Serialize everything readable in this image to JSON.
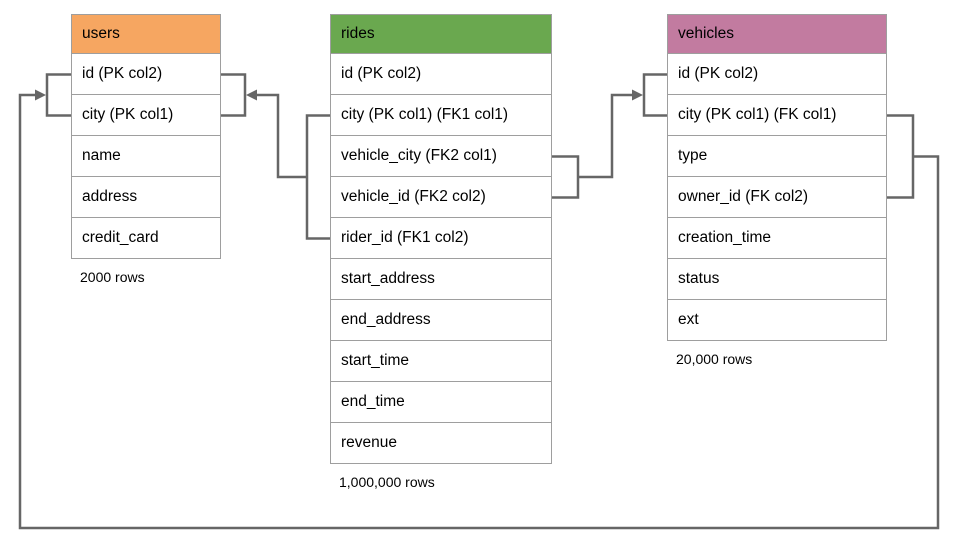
{
  "colors": {
    "users_header": "#F6A661",
    "rides_header": "#6AA84F",
    "vehicles_header": "#C27BA0",
    "connector_line": "#666666",
    "cell_border": "#9E9E9E",
    "text": "#000000",
    "background": "#FFFFFF"
  },
  "tables": {
    "users": {
      "title": "users",
      "columns": [
        "id (PK col2)",
        "city (PK col1)",
        "name",
        "address",
        "credit_card"
      ],
      "row_count_label": "2000 rows"
    },
    "rides": {
      "title": "rides",
      "columns": [
        "id (PK col2)",
        "city (PK col1) (FK1 col1)",
        "vehicle_city (FK2 col1)",
        "vehicle_id (FK2 col2)",
        "rider_id (FK1 col2)",
        "start_address",
        "end_address",
        "start_time",
        "end_time",
        "revenue"
      ],
      "row_count_label": "1,000,000 rows"
    },
    "vehicles": {
      "title": "vehicles",
      "columns": [
        "id (PK col2)",
        "city (PK col1) (FK col1)",
        "type",
        "owner_id (FK col2)",
        "creation_time",
        "status",
        "ext"
      ],
      "row_count_label": "20,000 rows"
    }
  },
  "relationships": [
    {
      "id": "fk1",
      "from_table": "rides",
      "from_columns": [
        "city (PK col1) (FK1 col1)",
        "rider_id (FK1 col2)"
      ],
      "to_table": "users",
      "to_columns": [
        "id (PK col2)",
        "city (PK col1)"
      ]
    },
    {
      "id": "fk2",
      "from_table": "rides",
      "from_columns": [
        "vehicle_city (FK2 col1)",
        "vehicle_id (FK2 col2)"
      ],
      "to_table": "vehicles",
      "to_columns": [
        "id (PK col2)",
        "city (PK col1) (FK col1)"
      ]
    },
    {
      "id": "fk",
      "from_table": "vehicles",
      "from_columns": [
        "city (PK col1) (FK col1)",
        "owner_id (FK col2)"
      ],
      "to_table": "users",
      "to_columns": [
        "id (PK col2)",
        "city (PK col1)"
      ]
    }
  ]
}
